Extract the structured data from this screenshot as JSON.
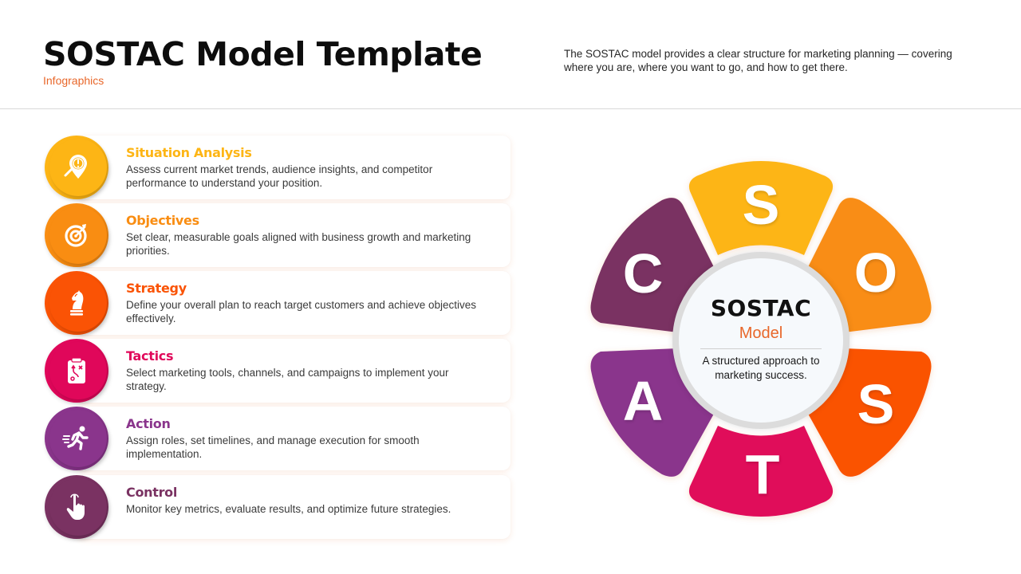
{
  "header": {
    "title": "SOSTAC Model Template",
    "subtitle": "Infographics",
    "intro": "The SOSTAC model provides a clear structure for marketing planning — covering where you are, where you want to go, and how to get there."
  },
  "steps": [
    {
      "name": "Situation Analysis",
      "description": "Assess current market trends, audience insights, and competitor performance to understand your position.",
      "icon": "search-location-icon",
      "color": "#FDB515"
    },
    {
      "name": "Objectives",
      "description": "Set clear, measurable goals aligned with business growth and marketing priorities.",
      "icon": "target-icon",
      "color": "#F98D12"
    },
    {
      "name": "Strategy",
      "description": "Define your overall plan to reach target customers and achieve objectives effectively.",
      "icon": "chess-knight-icon",
      "color": "#FA5305"
    },
    {
      "name": "Tactics",
      "description": "Select marketing tools, channels, and campaigns to implement your strategy.",
      "icon": "tactics-clipboard-icon",
      "color": "#E0075A"
    },
    {
      "name": "Action",
      "description": "Assign roles, set timelines, and manage execution for smooth implementation.",
      "icon": "running-person-icon",
      "color": "#8A358C"
    },
    {
      "name": "Control",
      "description": "Monitor key metrics, evaluate results, and optimize future strategies.",
      "icon": "hand-pointer-icon",
      "color": "#7A3262"
    }
  ],
  "wheel": {
    "segments": [
      {
        "letter": "S",
        "color": "#FDB515"
      },
      {
        "letter": "O",
        "color": "#F98D12"
      },
      {
        "letter": "S",
        "color": "#FA5305"
      },
      {
        "letter": "T",
        "color": "#E0075A"
      },
      {
        "letter": "A",
        "color": "#8A358C"
      },
      {
        "letter": "C",
        "color": "#7A3262"
      }
    ],
    "center": {
      "title": "SOSTAC",
      "subtitle": "Model",
      "caption": "A structured approach to marketing success."
    }
  },
  "colors": {
    "accent": "#E8672A",
    "divider": "#D9D9D9"
  }
}
